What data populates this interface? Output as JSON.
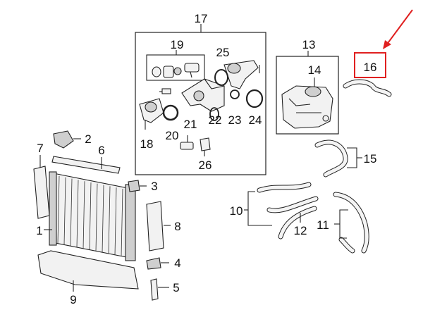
{
  "callouts": {
    "c1": "1",
    "c2": "2",
    "c3": "3",
    "c4": "4",
    "c5": "5",
    "c6": "6",
    "c7": "7",
    "c8": "8",
    "c9": "9",
    "c10": "10",
    "c11": "11",
    "c12": "12",
    "c13": "13",
    "c14": "14",
    "c15": "15",
    "c16": "16",
    "c17": "17",
    "c18": "18",
    "c19": "19",
    "c20": "20",
    "c21": "21",
    "c22": "22",
    "c23": "23",
    "c24": "24",
    "c25": "25",
    "c26": "26"
  },
  "highlight": {
    "callout": "16",
    "color": "#e02020",
    "arrow_color": "#e02020"
  }
}
